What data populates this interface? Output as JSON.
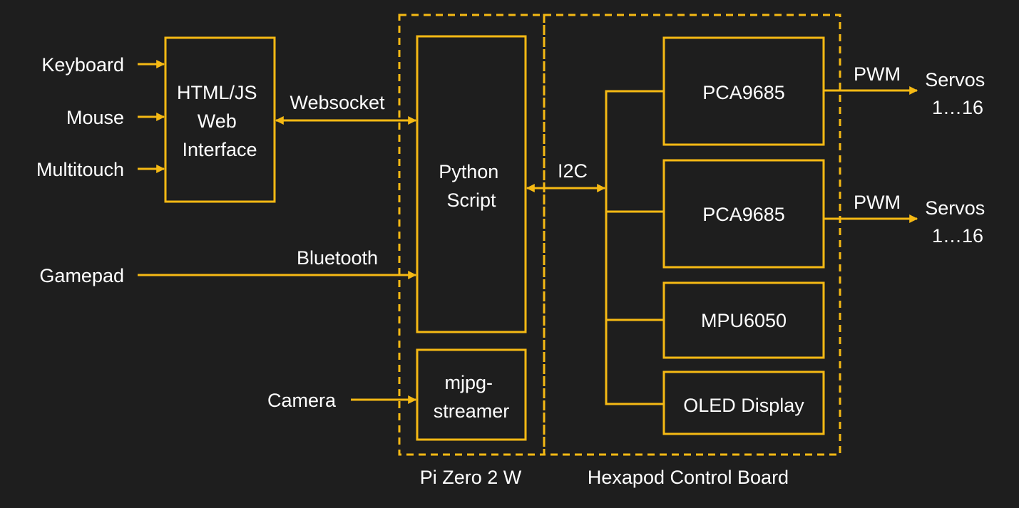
{
  "colors": {
    "background": "#1e1e1e",
    "line": "#f5b914",
    "text": "#ffffff"
  },
  "inputs": {
    "keyboard": "Keyboard",
    "mouse": "Mouse",
    "multitouch": "Multitouch",
    "gamepad": "Gamepad",
    "camera": "Camera"
  },
  "blocks": {
    "web_interface": [
      "HTML/JS",
      "Web",
      "Interface"
    ],
    "python_script": [
      "Python",
      "Script"
    ],
    "mjpg_streamer": [
      "mjpg-",
      "streamer"
    ],
    "pca9685_1": "PCA9685",
    "pca9685_2": "PCA9685",
    "mpu6050": "MPU6050",
    "oled_display": "OLED Display"
  },
  "links": {
    "websocket": "Websocket",
    "bluetooth": "Bluetooth",
    "i2c": "I2C",
    "pwm_1": "PWM",
    "pwm_2": "PWM"
  },
  "outputs": {
    "servos_1": [
      "Servos",
      "1…16"
    ],
    "servos_2": [
      "Servos",
      "1…16"
    ]
  },
  "groups": {
    "pi_zero": "Pi Zero 2 W",
    "control_board": "Hexapod Control Board"
  }
}
